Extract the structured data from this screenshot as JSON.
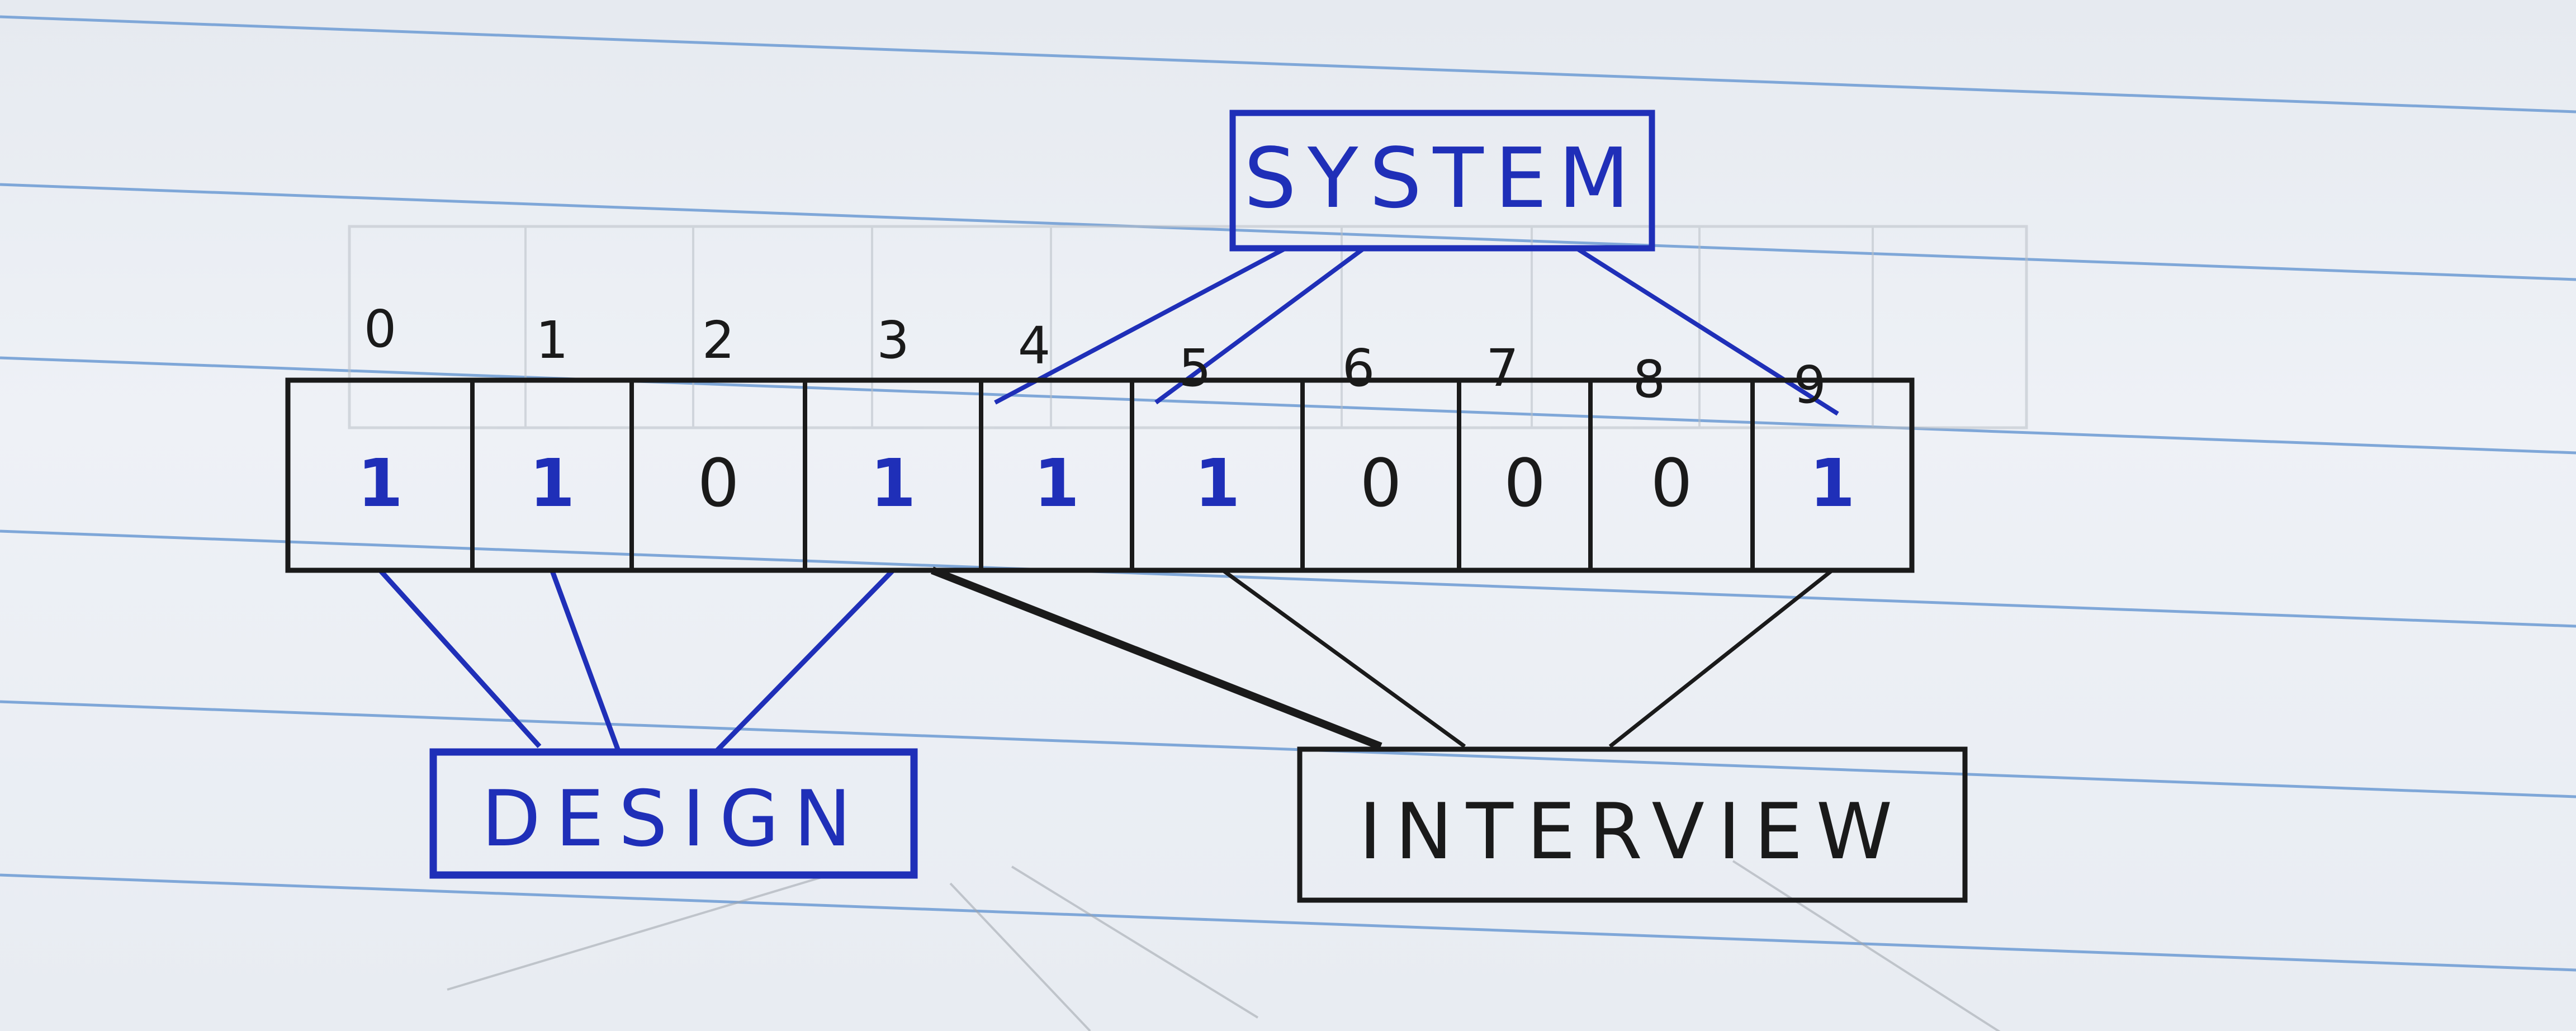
{
  "diagram": {
    "indices": [
      "0",
      "1",
      "2",
      "3",
      "4",
      "5",
      "6",
      "7",
      "8",
      "9"
    ],
    "bits": [
      {
        "value": "1",
        "ink": "blue"
      },
      {
        "value": "1",
        "ink": "blue"
      },
      {
        "value": "0",
        "ink": "black"
      },
      {
        "value": "1",
        "ink": "blue"
      },
      {
        "value": "1",
        "ink": "blue"
      },
      {
        "value": "1",
        "ink": "blue"
      },
      {
        "value": "0",
        "ink": "black"
      },
      {
        "value": "0",
        "ink": "black"
      },
      {
        "value": "0",
        "ink": "black"
      },
      {
        "value": "1",
        "ink": "blue"
      }
    ],
    "boxes": {
      "system": "SYSTEM",
      "design": "DESIGN",
      "interview": "INTERVIEW"
    },
    "links": {
      "system": [
        4,
        5,
        9
      ],
      "design": [
        0,
        1,
        3
      ],
      "interview": [
        3,
        5,
        9
      ]
    },
    "colors": {
      "paper": "#e9edf3",
      "rule_line": "#7fa7d8",
      "blue_ink": "#1f2fb8",
      "black_ink": "#1a1a1a",
      "ghost_grid": "#b9bfc7"
    }
  }
}
